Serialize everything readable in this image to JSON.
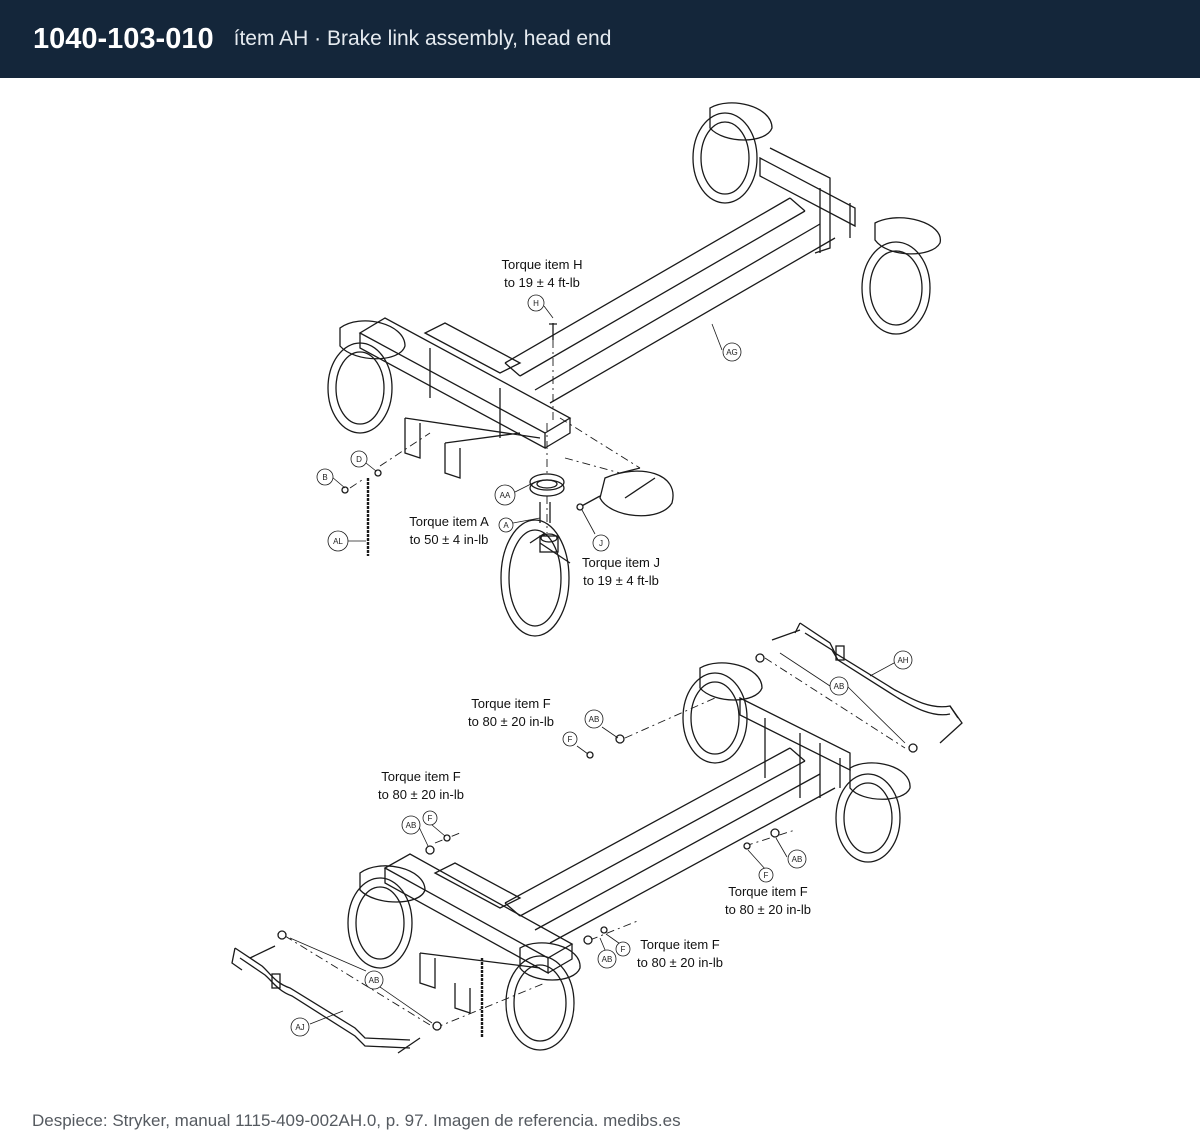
{
  "header": {
    "part_number": "1040-103-010",
    "item_title": "ítem AH · Brake link assembly, head end"
  },
  "diagram": {
    "torque_notes": [
      {
        "line1": "Torque item H",
        "line2": "to 19 ± 4 ft-lb"
      },
      {
        "line1": "Torque item A",
        "line2": "to 50 ± 4 in-lb"
      },
      {
        "line1": "Torque item J",
        "line2": "to 19 ± 4 ft-lb"
      },
      {
        "line1": "Torque item F",
        "line2": "to 80 ± 20 in-lb"
      },
      {
        "line1": "Torque item F",
        "line2": "to 80 ± 20 in-lb"
      },
      {
        "line1": "Torque item F",
        "line2": "to 80 ± 20 in-lb"
      },
      {
        "line1": "Torque item F",
        "line2": "to 80 ± 20 in-lb"
      }
    ],
    "callouts": {
      "h": "H",
      "ag": "AG",
      "b": "B",
      "d": "D",
      "aa": "AA",
      "a": "A",
      "j": "J",
      "al": "AL",
      "ah": "AH",
      "ab": "AB",
      "f": "F",
      "aj": "AJ"
    }
  },
  "footer": {
    "caption": "Despiece: Stryker, manual 1115-409-002AH.0, p. 97. Imagen de referencia. medibs.es"
  }
}
